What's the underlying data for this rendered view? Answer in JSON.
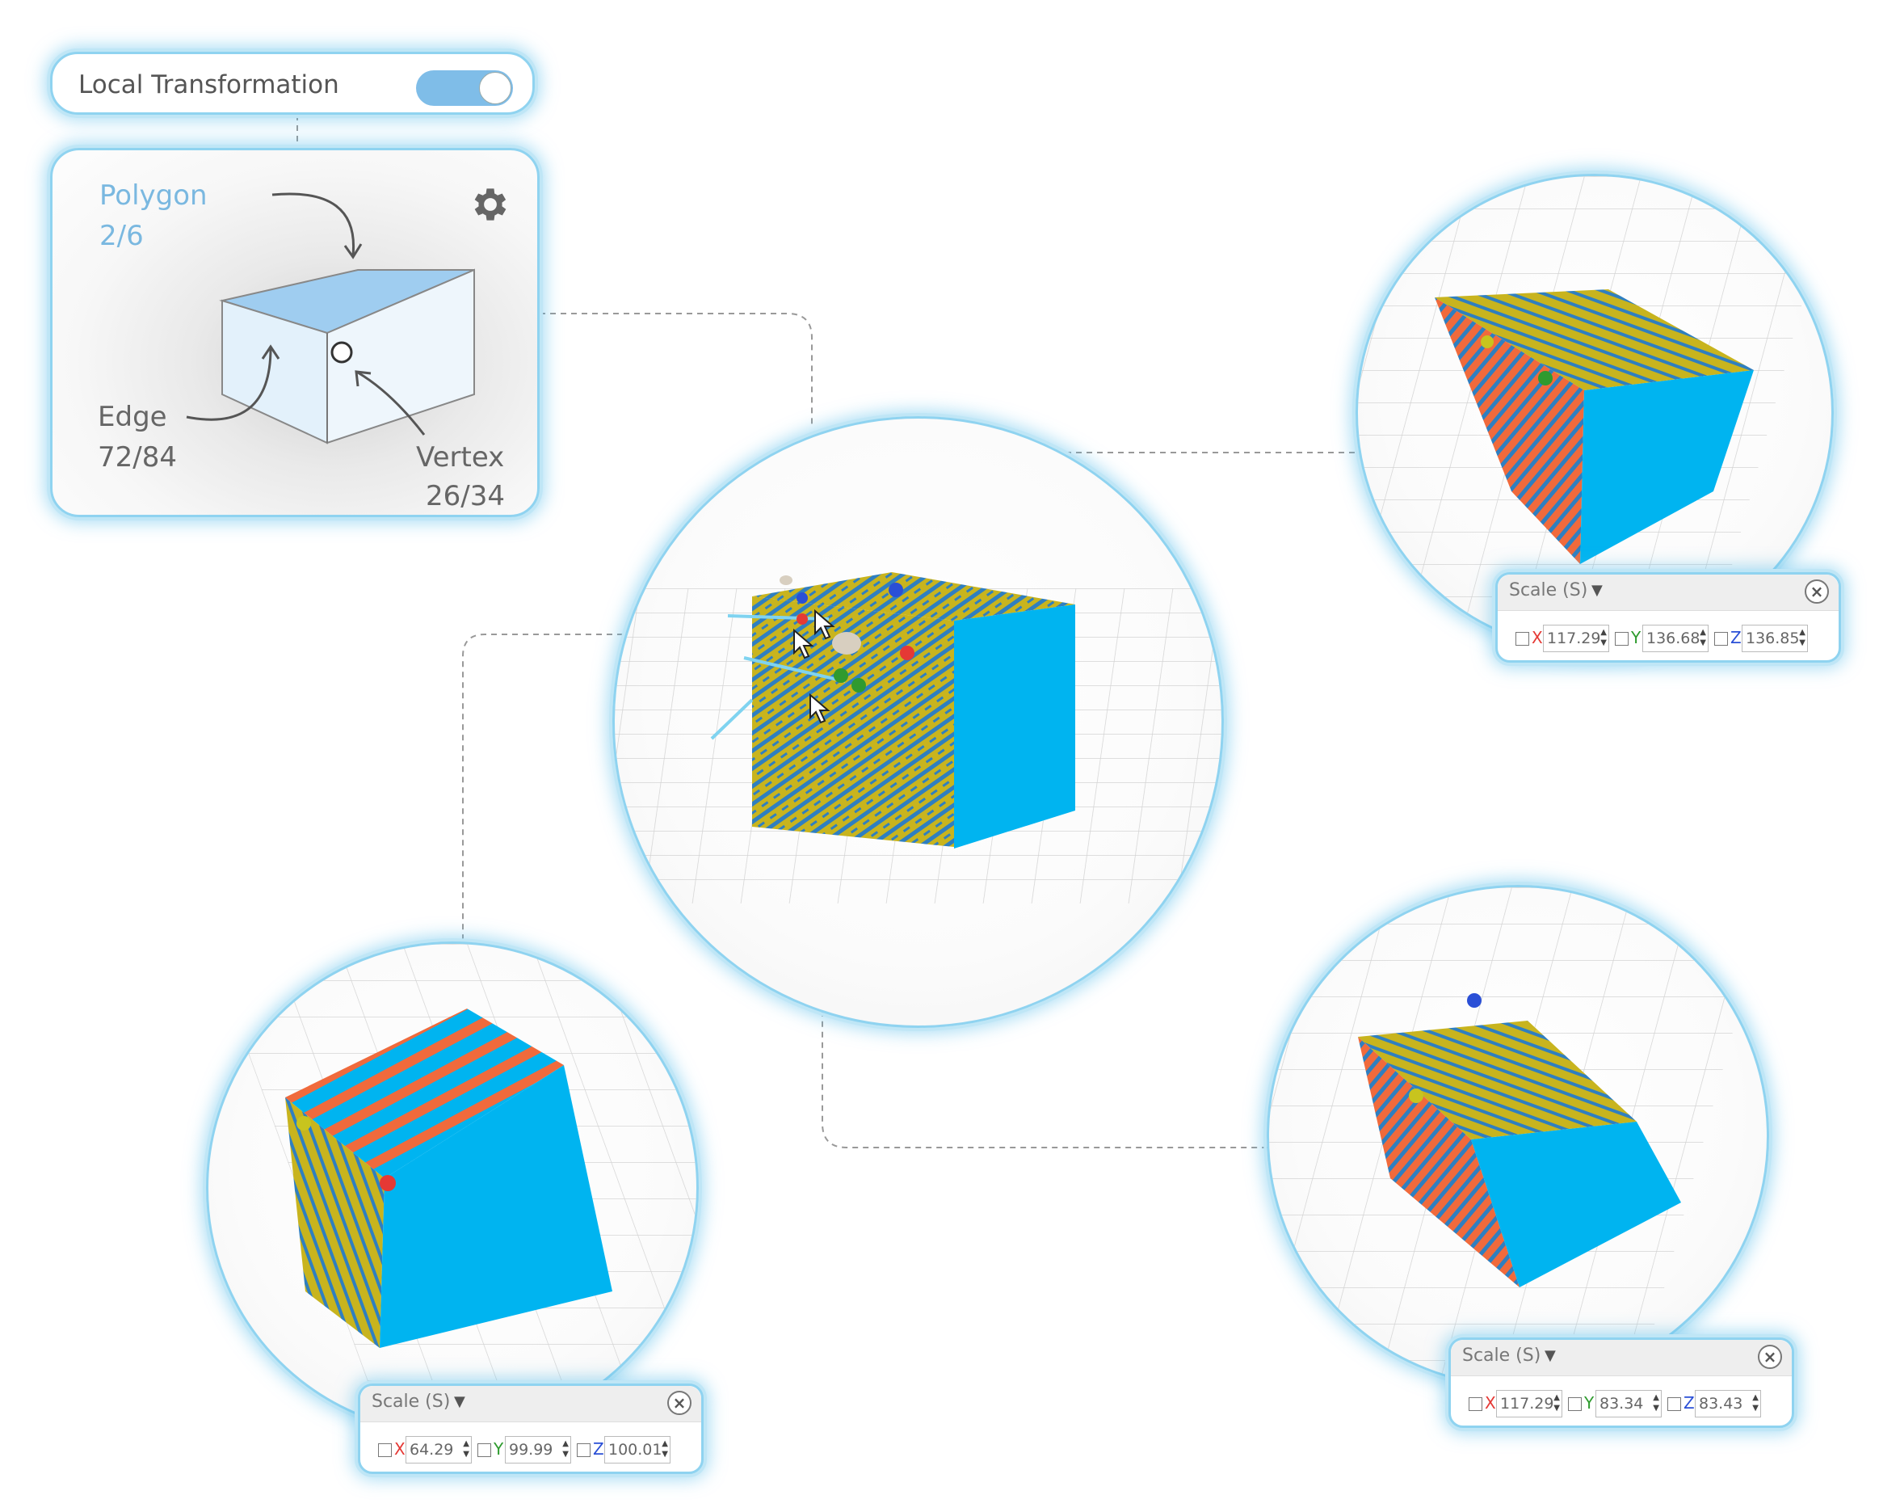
{
  "local_transformation": {
    "label": "Local Transformation",
    "toggle_on": true
  },
  "legend": {
    "polygon": {
      "label": "Polygon",
      "count": "2/6"
    },
    "edge": {
      "label": "Edge",
      "count": "72/84"
    },
    "vertex": {
      "label": "Vertex",
      "count": "26/34"
    },
    "settings_icon": "gear-icon"
  },
  "scale_panels": [
    {
      "title": "Scale (S)",
      "x": "117.29",
      "y": "136.68",
      "z": "136.85"
    },
    {
      "title": "Scale (S)",
      "x": "64.29",
      "y": "99.99",
      "z": "100.01"
    },
    {
      "title": "Scale (S)",
      "x": "117.29",
      "y": "83.34",
      "z": "83.43"
    }
  ],
  "axis_labels": {
    "x": "X",
    "y": "Y",
    "z": "Z"
  },
  "colors": {
    "accent_glow": "#8fd3f0",
    "cube_side": "#00b4f0",
    "texture_yellow": "#c8b41e",
    "texture_blue": "#2f7fc0",
    "texture_orange": "#f06a3c"
  }
}
